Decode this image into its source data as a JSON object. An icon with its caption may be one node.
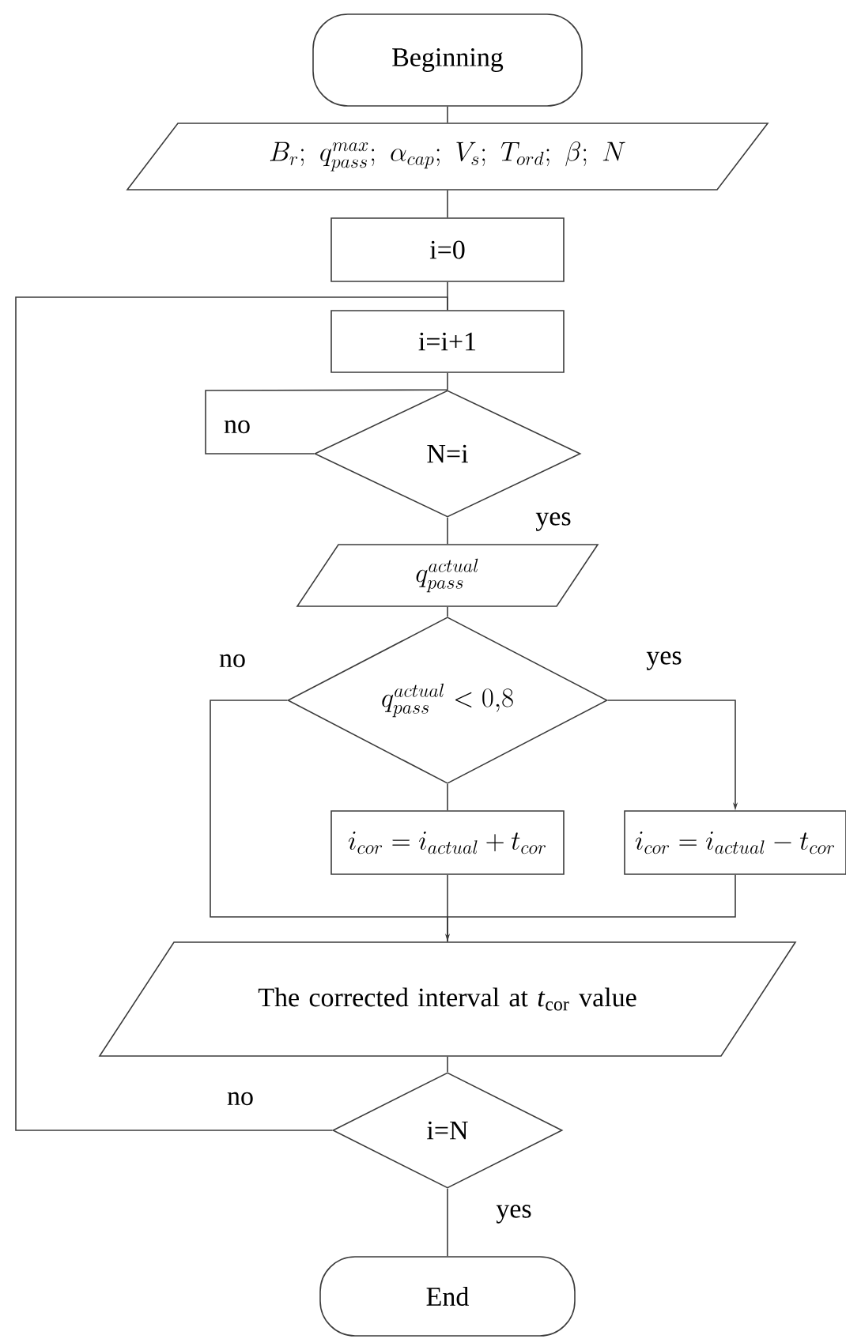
{
  "diagram": {
    "nodes": [
      {
        "text": [
          "Beginning"
        ]
      },
      {
        "text": [
          "B_{r};\\ q_{pass}^{max};\\ \\alpha_{cap};\\ V_{s};\\ T_{ord};\\ \\beta;\\ N"
        ]
      },
      {
        "text": [
          "i=0"
        ]
      },
      {
        "text": [
          "i=i+1"
        ]
      },
      {
        "text": [
          "N=i"
        ]
      },
      {
        "text": [
          "q_{pass}^{actual}"
        ]
      },
      {
        "text": [
          "q_{pass}^{actual}<0{,}8"
        ]
      },
      {
        "text": [
          "i_{cor}=i_{actual}+t_{cor}"
        ]
      },
      {
        "text": [
          "i_{cor}=i_{actual}-t_{cor}"
        ]
      },
      {
        "text": [
          "The corrected interval at *t*$_{cor}$ value"
        ]
      },
      {
        "text": [
          "i=N"
        ]
      },
      {
        "text": [
          "End"
        ]
      }
    ],
    "edges": [
      {
        "from": 0,
        "to": 1,
        "arrow": "none"
      },
      {
        "from": 1,
        "to": 2,
        "arrow": "none"
      },
      {
        "from": 2,
        "to": 3,
        "arrow": "none"
      },
      {
        "from": 3,
        "to": 4,
        "arrow": "none"
      },
      {
        "from": 4,
        "to": 4,
        "label": "no",
        "arrow": "none"
      },
      {
        "from": 4,
        "to": 5,
        "label": "yes",
        "arrow": "none"
      },
      {
        "from": 5,
        "to": 6,
        "arrow": "none"
      },
      {
        "from": 6,
        "to": 9,
        "label": "no",
        "arrow": "to"
      },
      {
        "from": 6,
        "to": 8,
        "label": "yes",
        "arrow": "to"
      },
      {
        "from": 6,
        "to": 7,
        "arrow": "none"
      },
      {
        "from": 7,
        "to": 9,
        "arrow": "none"
      },
      {
        "from": 8,
        "to": 9,
        "arrow": "none"
      },
      {
        "from": 9,
        "to": 10,
        "arrow": "none"
      },
      {
        "from": 10,
        "to": 3,
        "label": "no",
        "arrow": "none"
      },
      {
        "from": 10,
        "to": 11,
        "label": "yes",
        "arrow": "none"
      }
    ]
  }
}
